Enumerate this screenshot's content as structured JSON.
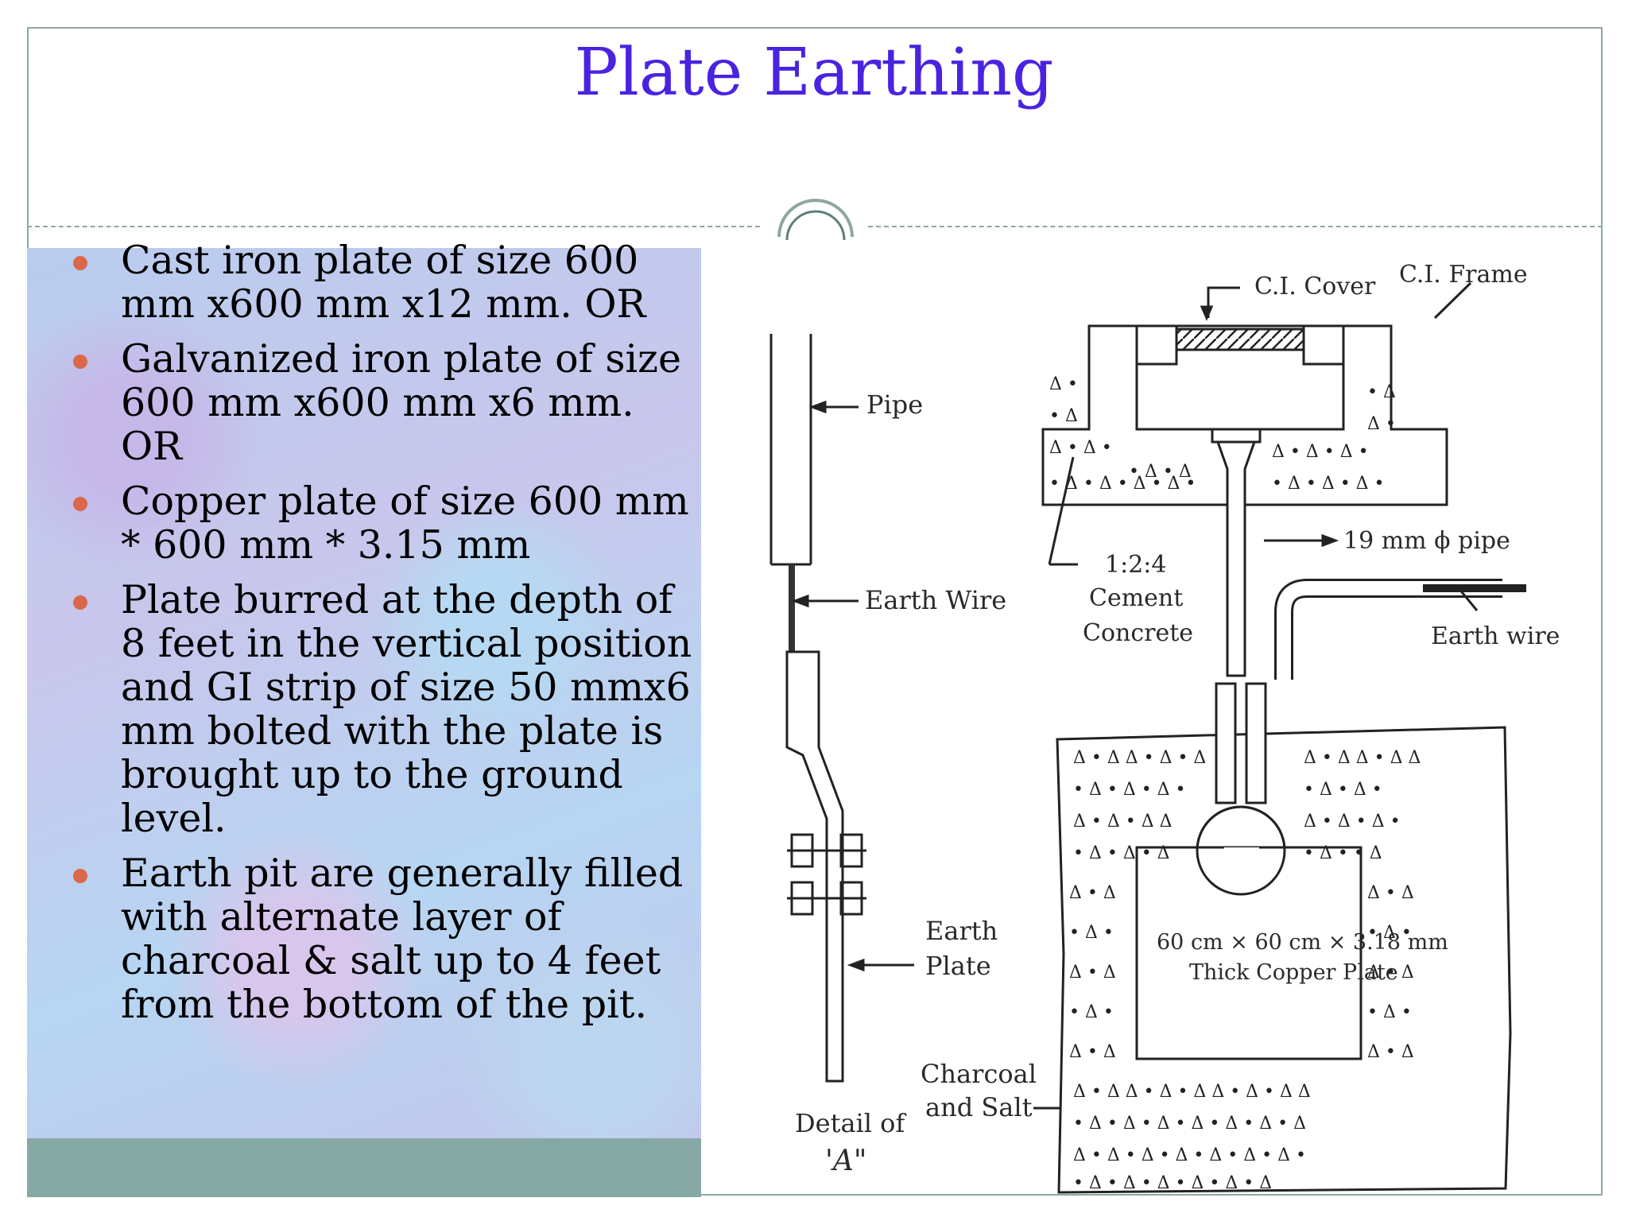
{
  "title": "Plate Earthing",
  "bullets": [
    "Cast iron plate of size 600 mm x600 mm x12 mm. OR",
    "Galvanized iron plate of size 600 mm x600 mm x6 mm. OR",
    "Copper plate of size 600 mm * 600 mm * 3.15 mm",
    "Plate  burred at the depth of 8 feet in the vertical position and GI strip of size 50 mmx6 mm bolted with the plate is brought up to the ground level.",
    "Earth  pit are generally filled with alternate layer of charcoal & salt up to 4 feet from the bottom of the pit."
  ],
  "diagram": {
    "ci_cover": "C.I. Cover",
    "ci_frame": "C.I. Frame",
    "pipe": "Pipe",
    "pipe_19mm": "19 mm ϕ pipe",
    "ratio": "1:2:4",
    "cement": "Cement",
    "concrete": "Concrete",
    "earth_wire_left": "Earth Wire",
    "earth_wire_right": "Earth wire",
    "earth": "Earth",
    "plate": "Plate",
    "plate_dims": "60 cm × 60 cm × 3.18 mm",
    "plate_desc": "Thick Copper Plate",
    "charcoal": "Charcoal",
    "and_salt": "and Salt",
    "detail_of": "Detail of",
    "detail_a": "'A\""
  },
  "colors": {
    "title": "#4a23e0",
    "bullet": "#d9684a",
    "frame": "#8fa6a3",
    "band": "#86a9a6"
  }
}
